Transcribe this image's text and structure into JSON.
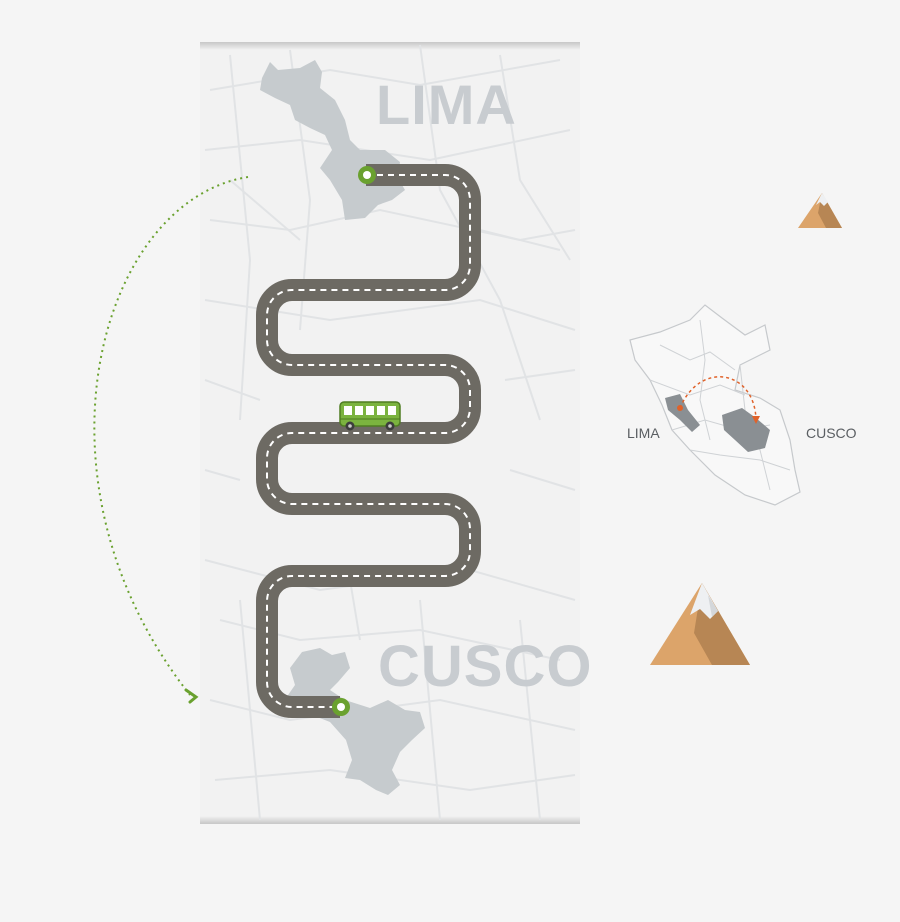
{
  "route": {
    "origin": "LIMA",
    "destination": "CUSCO"
  },
  "inset_map": {
    "origin_label": "LIMA",
    "destination_label": "CUSCO"
  },
  "icons": {
    "vehicle": "bus-icon",
    "origin_marker": "origin-pin-icon",
    "destination_marker": "destination-pin-icon",
    "scenery": [
      "mountain-icon",
      "mountain-icon"
    ]
  },
  "colors": {
    "road": "#6d6a63",
    "road_dash": "#ffffff",
    "accent_green": "#6aa12f",
    "arc_orange": "#e0622a",
    "city_silhouette": "#c6cbce",
    "mountain_light": "#dca46a",
    "mountain_dark": "#b78654",
    "snow": "#eef0f2"
  }
}
